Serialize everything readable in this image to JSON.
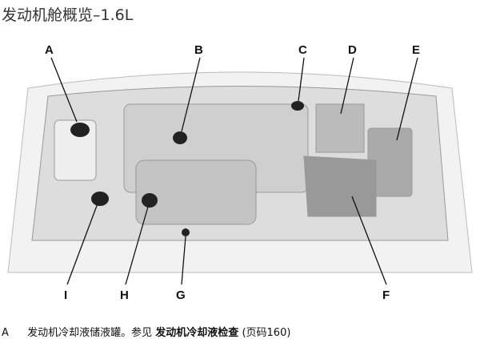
{
  "title": "发动机舱概览–1.6L",
  "labels": {
    "A": "A",
    "B": "B",
    "C": "C",
    "D": "D",
    "E": "E",
    "F": "F",
    "G": "G",
    "H": "H",
    "I": "I"
  },
  "footnote": {
    "key": "A",
    "text": "发动机冷却液储液罐。参见",
    "link": "发动机冷却液检查",
    "page": "(页码160)"
  }
}
